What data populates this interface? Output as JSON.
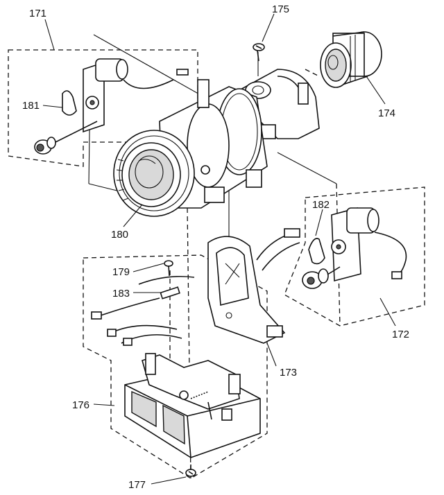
{
  "callouts": {
    "c171": "171",
    "c175": "175",
    "c174": "174",
    "c181": "181",
    "c180": "180",
    "c182": "182",
    "c172": "172",
    "c179": "179",
    "c183": "183",
    "c173": "173",
    "c176": "176",
    "c177": "177"
  }
}
